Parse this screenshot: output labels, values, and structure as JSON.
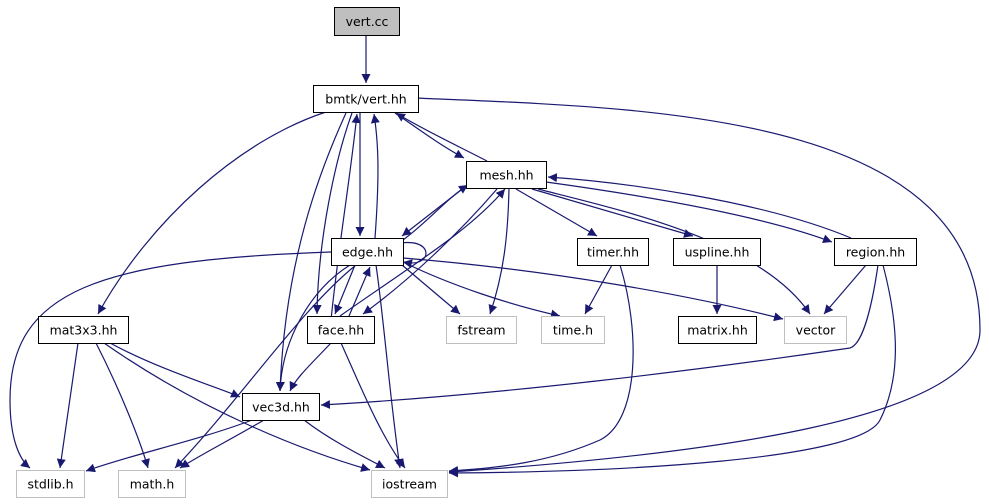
{
  "colors": {
    "edge": "#191970",
    "node_border": "#000000",
    "external_border": "#bfbfbf",
    "root_fill": "#bfbfbf",
    "node_fill": "#ffffff",
    "label": "#000000"
  },
  "nodes": {
    "vert_cc": {
      "label": "vert.cc",
      "kind": "root"
    },
    "bmtk_vert_hh": {
      "label": "bmtk/vert.hh",
      "kind": "header"
    },
    "mesh_hh": {
      "label": "mesh.hh",
      "kind": "header"
    },
    "edge_hh": {
      "label": "edge.hh",
      "kind": "header"
    },
    "timer_hh": {
      "label": "timer.hh",
      "kind": "header"
    },
    "uspline_hh": {
      "label": "uspline.hh",
      "kind": "header"
    },
    "region_hh": {
      "label": "region.hh",
      "kind": "header"
    },
    "mat3x3_hh": {
      "label": "mat3x3.hh",
      "kind": "header"
    },
    "fstream": {
      "label": "fstream",
      "kind": "external"
    },
    "time_h": {
      "label": "time.h",
      "kind": "external"
    },
    "face_hh": {
      "label": "face.hh",
      "kind": "header"
    },
    "matrix_hh": {
      "label": "matrix.hh",
      "kind": "header"
    },
    "vector": {
      "label": "vector",
      "kind": "external"
    },
    "vec3d_hh": {
      "label": "vec3d.hh",
      "kind": "header"
    },
    "stdlib_h": {
      "label": "stdlib.h",
      "kind": "external"
    },
    "math_h": {
      "label": "math.h",
      "kind": "external"
    },
    "iostream": {
      "label": "iostream",
      "kind": "external"
    }
  },
  "edges": [
    [
      "vert_cc",
      "bmtk_vert_hh"
    ],
    [
      "bmtk_vert_hh",
      "mesh_hh"
    ],
    [
      "bmtk_vert_hh",
      "edge_hh"
    ],
    [
      "bmtk_vert_hh",
      "face_hh"
    ],
    [
      "bmtk_vert_hh",
      "vec3d_hh"
    ],
    [
      "bmtk_vert_hh",
      "mat3x3_hh"
    ],
    [
      "bmtk_vert_hh",
      "iostream"
    ],
    [
      "mesh_hh",
      "bmtk_vert_hh"
    ],
    [
      "mesh_hh",
      "edge_hh"
    ],
    [
      "mesh_hh",
      "face_hh"
    ],
    [
      "mesh_hh",
      "timer_hh"
    ],
    [
      "mesh_hh",
      "uspline_hh"
    ],
    [
      "mesh_hh",
      "region_hh"
    ],
    [
      "mesh_hh",
      "fstream"
    ],
    [
      "mesh_hh",
      "vector"
    ],
    [
      "edge_hh",
      "bmtk_vert_hh"
    ],
    [
      "edge_hh",
      "mesh_hh"
    ],
    [
      "edge_hh",
      "edge_hh"
    ],
    [
      "edge_hh",
      "face_hh"
    ],
    [
      "edge_hh",
      "vec3d_hh"
    ],
    [
      "edge_hh",
      "fstream"
    ],
    [
      "edge_hh",
      "time_h"
    ],
    [
      "edge_hh",
      "vector"
    ],
    [
      "edge_hh",
      "stdlib_h"
    ],
    [
      "edge_hh",
      "math_h"
    ],
    [
      "edge_hh",
      "iostream"
    ],
    [
      "face_hh",
      "bmtk_vert_hh"
    ],
    [
      "face_hh",
      "mesh_hh"
    ],
    [
      "face_hh",
      "edge_hh"
    ],
    [
      "face_hh",
      "vec3d_hh"
    ],
    [
      "face_hh",
      "iostream"
    ],
    [
      "region_hh",
      "mesh_hh"
    ],
    [
      "region_hh",
      "vector"
    ],
    [
      "region_hh",
      "vec3d_hh"
    ],
    [
      "region_hh",
      "iostream"
    ],
    [
      "timer_hh",
      "time_h"
    ],
    [
      "timer_hh",
      "iostream"
    ],
    [
      "uspline_hh",
      "matrix_hh"
    ],
    [
      "mat3x3_hh",
      "vec3d_hh"
    ],
    [
      "mat3x3_hh",
      "stdlib_h"
    ],
    [
      "mat3x3_hh",
      "math_h"
    ],
    [
      "mat3x3_hh",
      "iostream"
    ],
    [
      "vec3d_hh",
      "stdlib_h"
    ],
    [
      "vec3d_hh",
      "math_h"
    ],
    [
      "vec3d_hh",
      "iostream"
    ]
  ]
}
